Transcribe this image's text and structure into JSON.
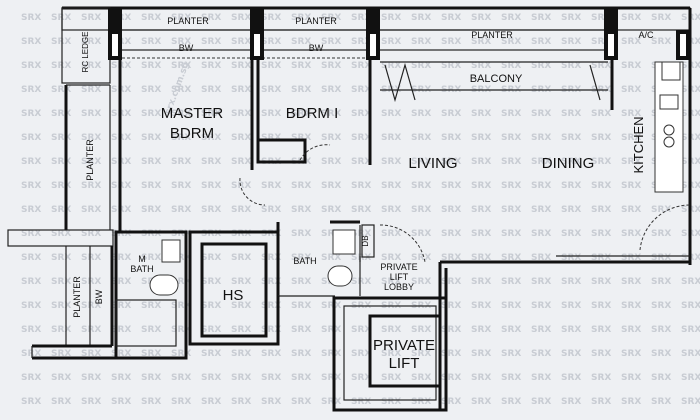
{
  "watermark": {
    "brand": "SRX",
    "site": "srx.com.sg"
  },
  "labels": {
    "planter_top_1": "PLANTER",
    "planter_top_2": "PLANTER",
    "planter_top_3": "PLANTER",
    "ac": "A/C",
    "rc_ledge": "RC LEDGE",
    "bw_1": "BW",
    "bw_2": "BW",
    "balcony": "BALCONY",
    "master_bdrm_1": "MASTER",
    "master_bdrm_2": "BDRM",
    "bdrm_1": "BDRM I",
    "living": "LIVING",
    "dining": "DINING",
    "kitchen": "KITCHEN",
    "planter_left": "PLANTER",
    "m_bath_1": "M",
    "m_bath_2": "BATH",
    "hs": "HS",
    "bath": "BATH",
    "db": "DB",
    "private_lift_lobby_1": "PRIVATE",
    "private_lift_lobby_2": "LIFT",
    "private_lift_lobby_3": "LOBBY",
    "private_lift_1": "PRIVATE",
    "private_lift_2": "LIFT",
    "planter_bottom": "PLANTER",
    "bw_bottom": "BW"
  }
}
